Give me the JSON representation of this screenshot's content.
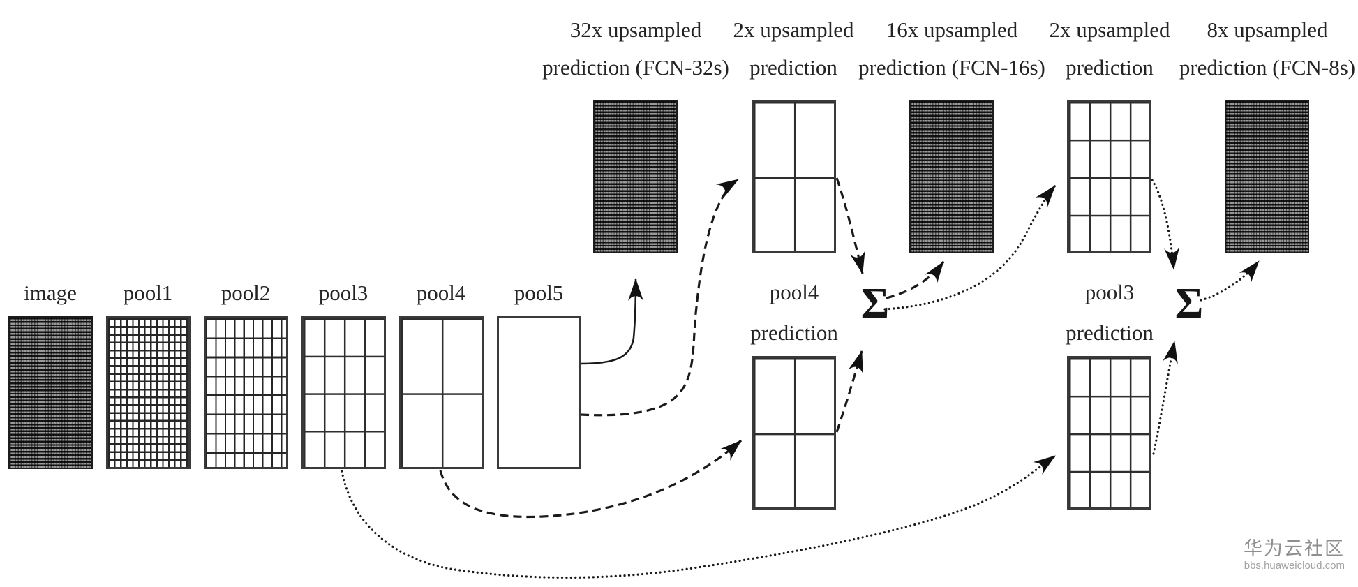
{
  "diagram": {
    "top_labels": [
      {
        "line1": "32x upsampled",
        "line2": "prediction (FCN-32s)"
      },
      {
        "line1": "2x upsampled",
        "line2": "prediction"
      },
      {
        "line1": "16x upsampled",
        "line2": "prediction (FCN-16s)"
      },
      {
        "line1": "2x upsampled",
        "line2": "prediction"
      },
      {
        "line1": "8x upsampled",
        "line2": "prediction (FCN-8s)"
      }
    ],
    "pool_labels": [
      "image",
      "pool1",
      "pool2",
      "pool3",
      "pool4",
      "pool5"
    ],
    "skip_labels": [
      {
        "line1": "pool4",
        "line2": "prediction"
      },
      {
        "line1": "pool3",
        "line2": "prediction"
      }
    ],
    "sum_operator": "Σ",
    "line_color": "#1a1a1a"
  },
  "watermark": {
    "brand": "华为云社区",
    "site": "bbs.huaweicloud.com",
    "color": "#8f8f8f"
  }
}
